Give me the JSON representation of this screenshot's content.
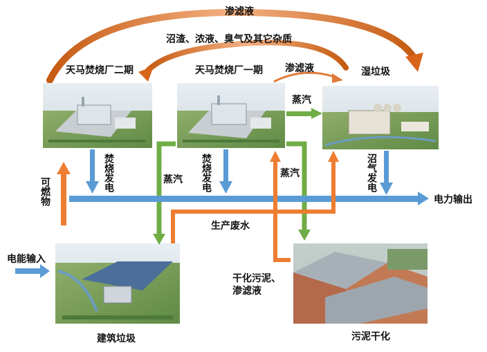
{
  "nodes": {
    "phase2": "天马焚烧厂二期",
    "phase1": "天马焚烧厂一期",
    "wet_waste": "湿垃圾",
    "construction": "建筑垃圾",
    "sludge": "污泥干化"
  },
  "flows": {
    "leachate_top": "渗滤液",
    "residue": "沼渣、浓液、臭气及其它杂质",
    "leachate_small": "渗滤液",
    "steam_1": "蒸汽",
    "steam_2": "蒸汽",
    "steam_3": "蒸汽",
    "incin_power_1": "焚烧发电",
    "incin_power_2": "焚烧发电",
    "biogas_power": "沼气发电",
    "combustible": "可燃物",
    "power_input": "电能输入",
    "power_output": "电力输出",
    "wastewater": "生产废水",
    "dried_sludge": "干化污泥、渗滤液"
  },
  "colors": {
    "orange": "#ED7D31",
    "blue": "#5B9BD5",
    "green": "#70AD47"
  }
}
